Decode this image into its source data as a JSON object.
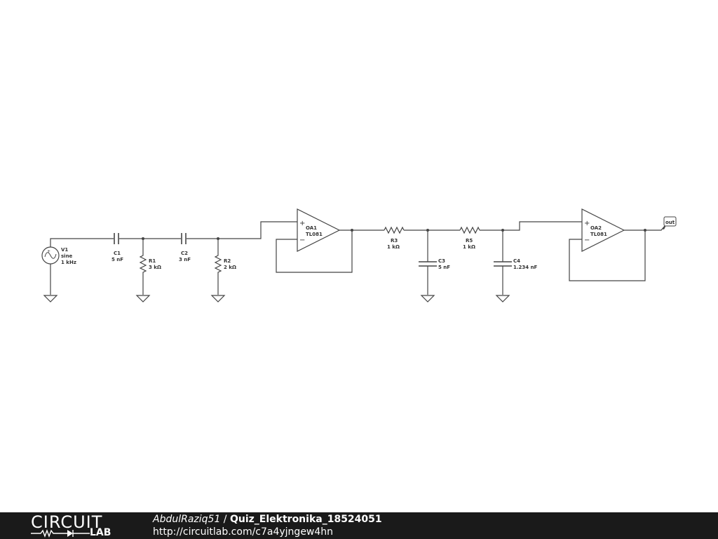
{
  "schematic": {
    "V1": {
      "name": "V1",
      "type": "sine",
      "value": "1 kHz"
    },
    "C1": {
      "name": "C1",
      "value": "5 nF"
    },
    "R1": {
      "name": "R1",
      "value": "3 kΩ"
    },
    "C2": {
      "name": "C2",
      "value": "3 nF"
    },
    "R2": {
      "name": "R2",
      "value": "2 kΩ"
    },
    "OA1": {
      "name": "OA1",
      "model": "TL081"
    },
    "R3": {
      "name": "R3",
      "value": "1 kΩ"
    },
    "C3": {
      "name": "C3",
      "value": "5 nF"
    },
    "R5": {
      "name": "R5",
      "value": "1 kΩ"
    },
    "C4": {
      "name": "C4",
      "value": "1.234 nF"
    },
    "OA2": {
      "name": "OA2",
      "model": "TL081"
    },
    "out": "out",
    "plus": "+",
    "minus": "−"
  },
  "footer": {
    "logo_top": "CIRCUIT",
    "logo_bottom": "LAB",
    "author": "AbdulRaziq51",
    "separator": " / ",
    "project": "Quiz_Elektronika_18524051",
    "url": "http://circuitlab.com/c7a4yjngew4hn"
  }
}
